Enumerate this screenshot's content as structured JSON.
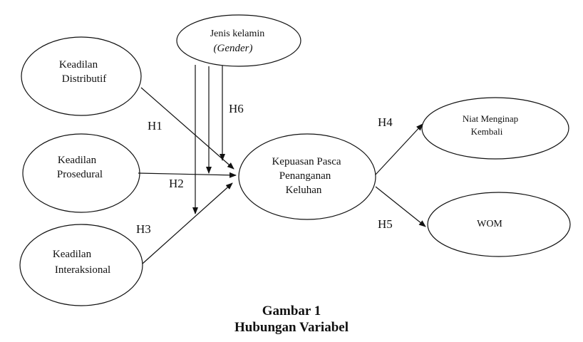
{
  "nodes": {
    "distributif": {
      "line1": "Keadilan",
      "line2": "Distributif"
    },
    "prosedural": {
      "line1": "Keadilan",
      "line2": "Prosedural"
    },
    "interaksional": {
      "line1": "Keadilan",
      "line2": "Interaksional"
    },
    "gender": {
      "line1": "Jenis kelamin",
      "line2": "(Gender)"
    },
    "kepuasan": {
      "line1": "Kepuasan Pasca",
      "line2": "Penanganan",
      "line3": "Keluhan"
    },
    "niat": {
      "line1": "Niat Menginap",
      "line2": "Kembali"
    },
    "wom": {
      "line1": "WOM"
    }
  },
  "hypotheses": {
    "h1": "H1",
    "h2": "H2",
    "h3": "H3",
    "h4": "H4",
    "h5": "H5",
    "h6": "H6"
  },
  "caption": {
    "title": "Gambar 1",
    "subtitle": "Hubungan Variabel"
  }
}
